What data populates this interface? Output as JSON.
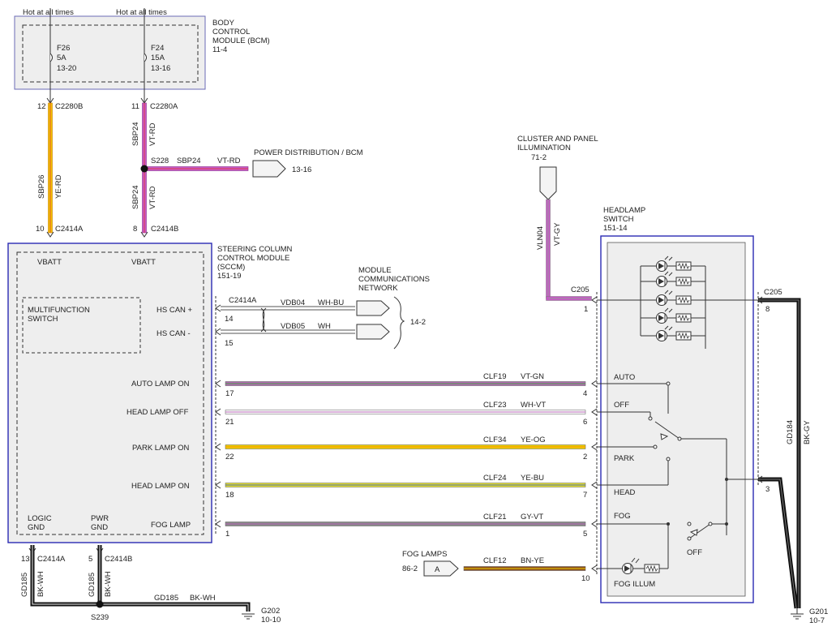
{
  "bcm": {
    "hot_left": "Hot at all times",
    "hot_right": "Hot at all times",
    "title": [
      "BODY",
      "CONTROL",
      "MODULE (BCM)",
      "11-4"
    ],
    "fuse1": [
      "F26",
      "5A",
      "13-20"
    ],
    "fuse2": [
      "F24",
      "15A",
      "13-16"
    ]
  },
  "wires_top": {
    "pin12": "12",
    "c2280b": "C2280B",
    "pin11": "11",
    "c2280a": "C2280A",
    "sbp26": "SBP26",
    "ye_rd": "YE-RD",
    "sbp24_a": "SBP24",
    "vt_rd_a": "VT-RD",
    "s228": "S228",
    "sbp24_h": "SBP24",
    "vt_rd_h": "VT-RD",
    "sbp24_b": "SBP24",
    "vt_rd_b": "VT-RD",
    "power_dist": "POWER DISTRIBUTION / BCM",
    "power_dist_ref": "13-16",
    "pin10": "10",
    "c2414a": "C2414A",
    "pin8": "8",
    "c2414b": "C2414B"
  },
  "sccm": {
    "title": [
      "STEERING COLUMN",
      "CONTROL MODULE",
      "(SCCM)",
      "151-19"
    ],
    "vbatt1": "VBATT",
    "vbatt2": "VBATT",
    "mf_switch": [
      "MULTIFUNCTION",
      "SWITCH"
    ],
    "hs_can_plus": "HS CAN +",
    "hs_can_minus": "HS CAN -",
    "auto_lamp_on": "AUTO LAMP ON",
    "head_lamp_off": "HEAD LAMP OFF",
    "park_lamp_on": "PARK LAMP ON",
    "head_lamp_on": "HEAD LAMP ON",
    "fog_lamp": "FOG LAMP",
    "logic_gnd": [
      "LOGIC",
      "GND"
    ],
    "pwr_gnd": [
      "PWR",
      "GND"
    ]
  },
  "network": {
    "c2414a": "C2414A",
    "pin14": "14",
    "pin15": "15",
    "vdb04": "VDB04",
    "wh_bu": "WH-BU",
    "vdb05": "VDB05",
    "wh": "WH",
    "title": [
      "MODULE",
      "COMMUNICATIONS",
      "NETWORK"
    ],
    "ref": "14-2"
  },
  "circuits": [
    {
      "pin_left": "17",
      "code": "CLF19",
      "color": "VT-GN",
      "pin_right": "4"
    },
    {
      "pin_left": "21",
      "code": "CLF23",
      "color": "WH-VT",
      "pin_right": "6"
    },
    {
      "pin_left": "22",
      "code": "CLF34",
      "color": "YE-OG",
      "pin_right": "2"
    },
    {
      "pin_left": "18",
      "code": "CLF24",
      "color": "YE-BU",
      "pin_right": "7"
    },
    {
      "pin_left": "1",
      "code": "CLF21",
      "color": "GY-VT",
      "pin_right": "5"
    }
  ],
  "cluster": {
    "title": [
      "CLUSTER AND PANEL",
      "ILLUMINATION"
    ],
    "ref": "71-2",
    "vln04": "VLN04",
    "vt_gy": "VT-GY",
    "c205": "C205",
    "pin1": "1"
  },
  "headlamp": {
    "title": [
      "HEADLAMP",
      "SWITCH",
      "151-14"
    ],
    "auto": "AUTO",
    "off": "OFF",
    "park": "PARK",
    "head": "HEAD",
    "fog": "FOG",
    "off2": "OFF",
    "fog_illum": "FOG ILLUM",
    "c205": "C205",
    "pin8": "8",
    "pin3": "3",
    "gd184": "GD184",
    "bk_gy": "BK-GY",
    "g201": "G201",
    "g201_ref": "10-7"
  },
  "fog_lamps": {
    "title": "FOG LAMPS",
    "ref": "86-2",
    "connector": "A",
    "code": "CLF12",
    "color": "BN-YE",
    "pin": "10"
  },
  "ground": {
    "pin13": "13",
    "c2414a": "C2414A",
    "pin5": "5",
    "c2414b": "C2414B",
    "gd185_a": "GD185",
    "bk_wh_a": "BK-WH",
    "gd185_b": "GD185",
    "bk_wh_b": "BK-WH",
    "gd185_h": "GD185",
    "bk_wh_h": "BK-WH",
    "s239": "S239",
    "g202": "G202",
    "g202_ref": "10-10"
  }
}
